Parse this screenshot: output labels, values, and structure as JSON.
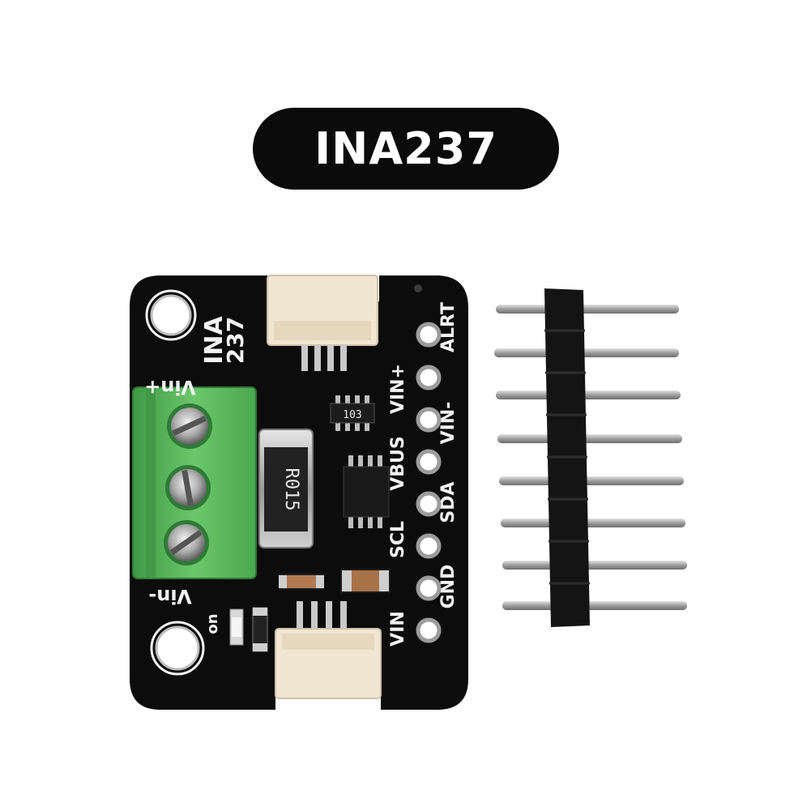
{
  "title": "INA237",
  "board": {
    "text_ina": "INA",
    "text_part": "237",
    "label_vin_plus": "Vin+",
    "label_vin_minus": "Vin-",
    "label_on": "on",
    "resistor_marking": "R015",
    "array_marking": "103",
    "pins": [
      "ALRT",
      "VIN+",
      "VIN-",
      "VBUS",
      "SDA",
      "SCL",
      "GND",
      "VIN"
    ]
  },
  "colors": {
    "pcb": "#0c0c0c",
    "terminal_block": "#5cb85c",
    "connector": "#f1e6d2",
    "header_pins": "#b9b9b9",
    "title_pill": "#0b0b0b"
  }
}
